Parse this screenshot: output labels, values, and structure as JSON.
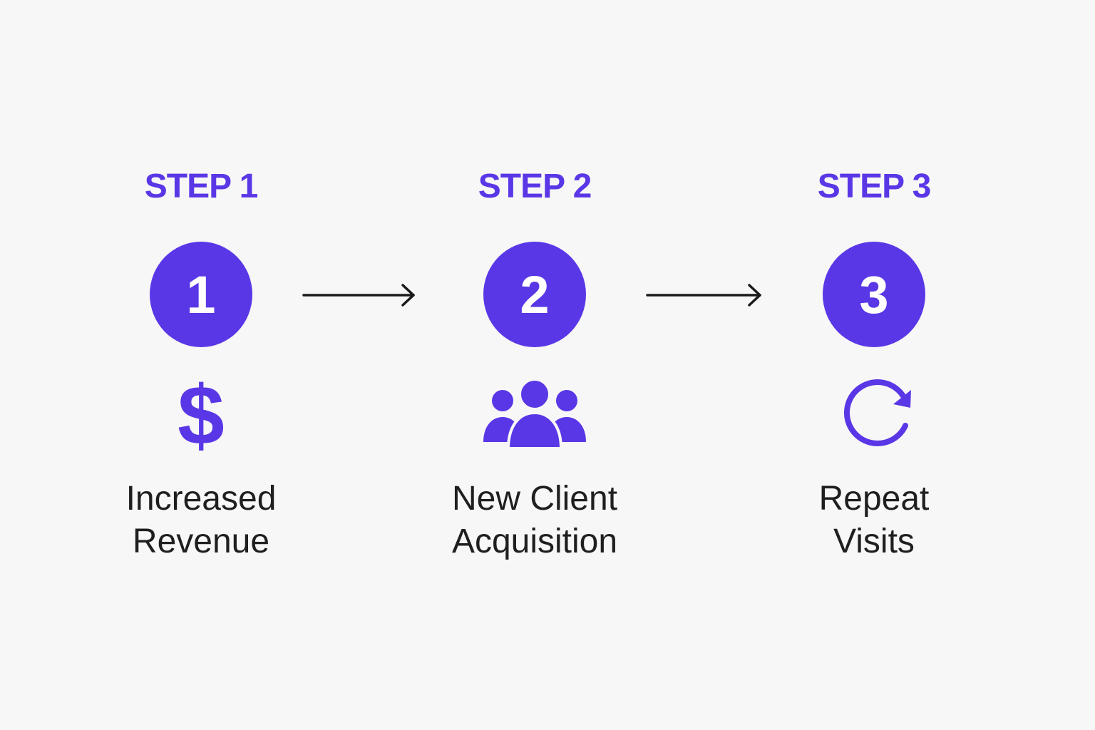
{
  "colors": {
    "accent": "#5a37e6",
    "text": "#1f1f1f",
    "arrow": "#1a1a1a",
    "background": "#f7f7f7"
  },
  "steps": [
    {
      "label": "STEP 1",
      "number": "1",
      "icon": "dollar-icon",
      "title_lines": [
        "Increased",
        "Revenue"
      ]
    },
    {
      "label": "STEP 2",
      "number": "2",
      "icon": "users-icon",
      "title_lines": [
        "New Client",
        "Acquisition"
      ]
    },
    {
      "label": "STEP 3",
      "number": "3",
      "icon": "refresh-icon",
      "title_lines": [
        "Repeat",
        "Visits"
      ]
    }
  ],
  "arrows": [
    "arrow-right-icon",
    "arrow-right-icon"
  ]
}
